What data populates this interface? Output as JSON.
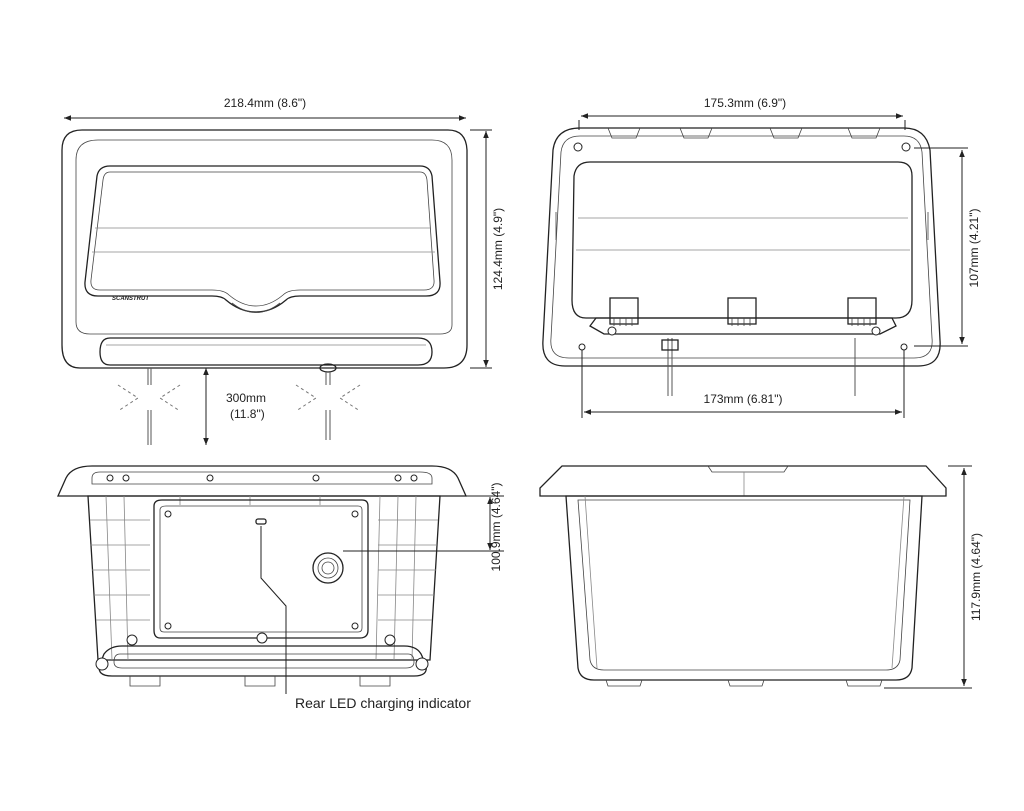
{
  "views": {
    "front": {
      "width_label": "218.4mm (8.6\")",
      "height_label": "124.4mm (4.9\")",
      "cable_label_mm": "300mm",
      "cable_label_in": "(11.8\")",
      "logo": "SCANSTRUT"
    },
    "rear": {
      "top_width_label": "175.3mm (6.9\")",
      "bottom_width_label": "173mm (6.81\")",
      "height_label": "107mm (4.21\")"
    },
    "bottom": {
      "depth_label": "100.9mm (4.64\")",
      "callout_label": "Rear LED charging indicator"
    },
    "side": {
      "height_label": "117.9mm (4.64\")"
    }
  }
}
